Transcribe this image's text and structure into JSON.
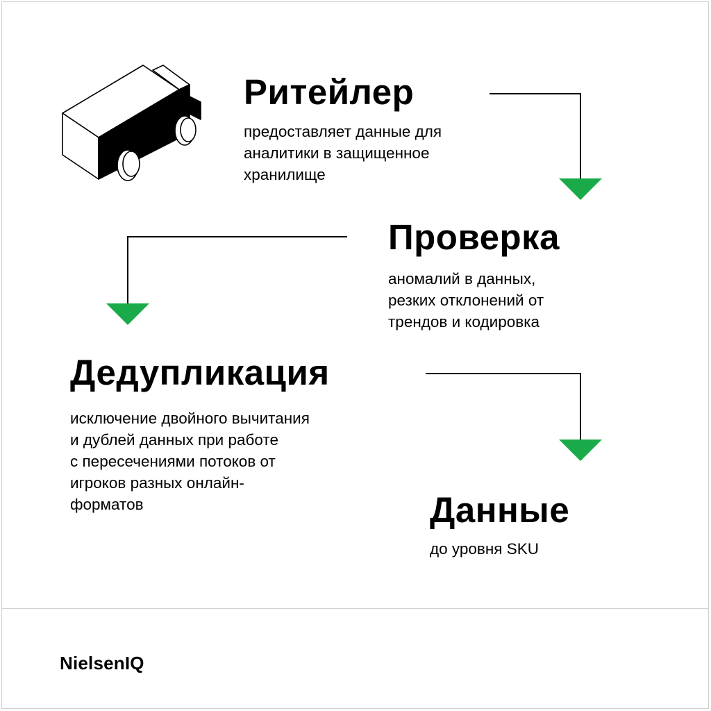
{
  "steps": [
    {
      "title": "Ритейлер",
      "desc": [
        "предоставляет данные для",
        "аналитики в защищенное",
        "хранилище"
      ]
    },
    {
      "title": "Проверка",
      "desc": [
        "аномалий в данных,",
        "резких отклонений от",
        "трендов и кодировка"
      ]
    },
    {
      "title": "Дедупликация",
      "desc": [
        "исключение двойного вычитания",
        "и дублей данных при работе",
        "с пересечениями потоков от",
        "игроков разных онлайн-",
        "форматов"
      ]
    },
    {
      "title": "Данные",
      "desc": [
        "до уровня SKU"
      ]
    }
  ],
  "brand": {
    "logo": "NielsenIQ"
  },
  "icons": {
    "illustration": "truck-icon",
    "arrow": "arrow-down-triangle-icon"
  },
  "colors": {
    "accent": "#1aaa4a",
    "text": "#000000",
    "border": "#cfcfcf",
    "background": "#ffffff"
  }
}
